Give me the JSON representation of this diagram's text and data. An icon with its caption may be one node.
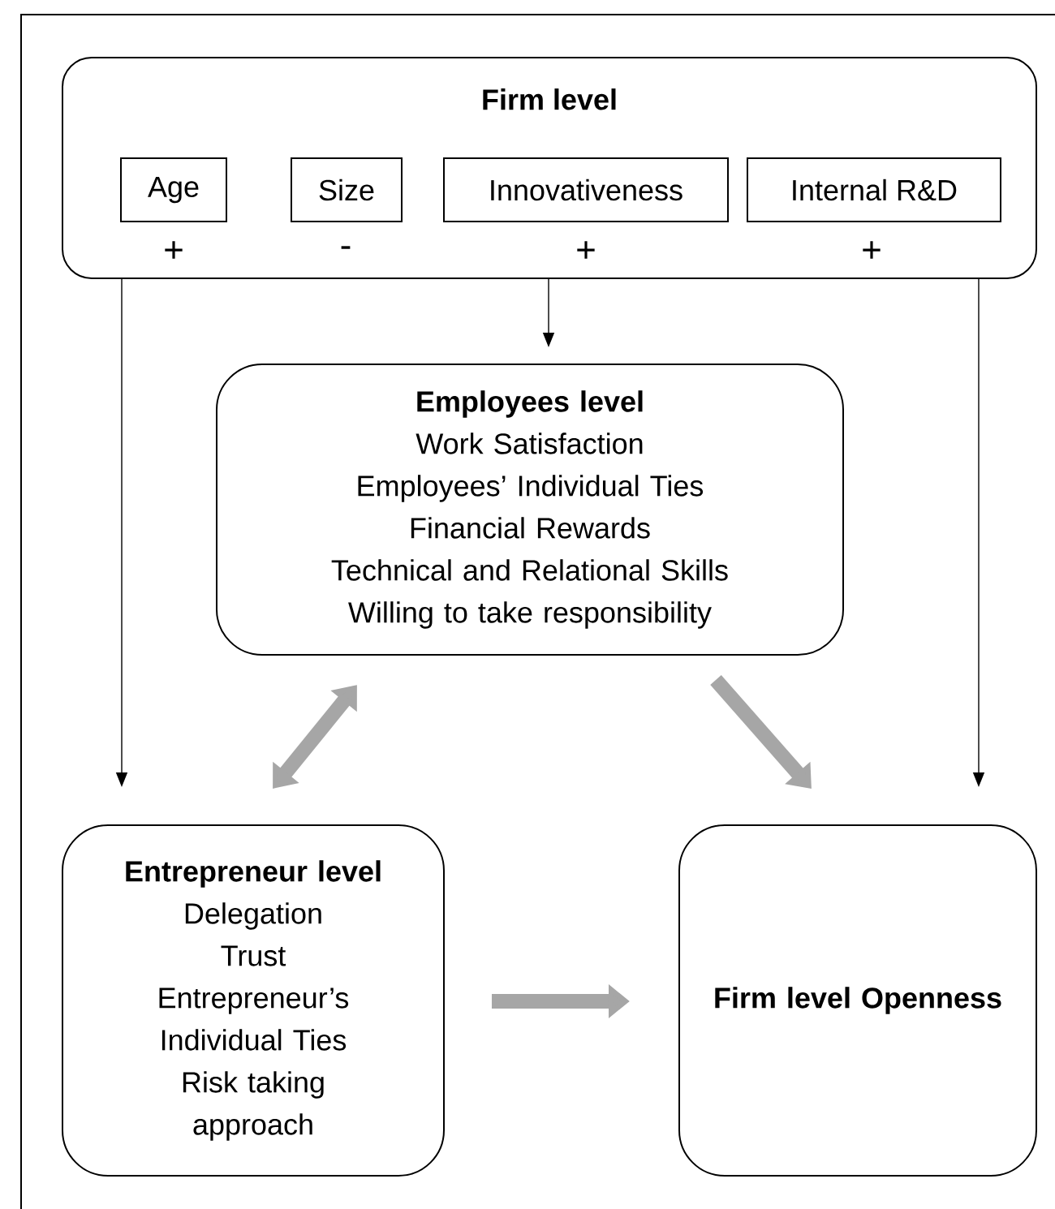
{
  "diagram": {
    "nodes": [
      {
        "text": [
          "Firm level"
        ]
      },
      {
        "text": [
          "Age"
        ],
        "in": 0,
        "beside": [
          "+"
        ]
      },
      {
        "text": [
          "Size"
        ],
        "in": 0,
        "beside": [
          "-"
        ]
      },
      {
        "text": [
          "Innovativeness"
        ],
        "in": 0,
        "beside": [
          "+"
        ]
      },
      {
        "text": [
          "Internal R&D"
        ],
        "in": 0,
        "beside": [
          "+"
        ]
      },
      {
        "text": [
          "Employees level",
          "Work Satisfaction",
          "Employees’ Individual Ties",
          "Financial Rewards",
          "Technical and Relational Skills",
          "Willing to take responsibility"
        ]
      },
      {
        "text": [
          "Entrepreneur level",
          "Delegation",
          "Trust",
          "Entrepreneur’s Individual Ties",
          "Risk taking approach"
        ]
      },
      {
        "text": [
          "Firm level Openness"
        ]
      }
    ],
    "edges": [
      {
        "from": 0,
        "to": 6,
        "arrow": "to"
      },
      {
        "from": 0,
        "to": 5,
        "arrow": "to"
      },
      {
        "from": 0,
        "to": 7,
        "arrow": "to"
      },
      {
        "from": 5,
        "to": 6,
        "arrow": "both",
        "style": "thick",
        "color": "#a6a6a6"
      },
      {
        "from": 5,
        "to": 7,
        "arrow": "to",
        "style": "thick",
        "color": "#a6a6a6"
      },
      {
        "from": 6,
        "to": 7,
        "arrow": "to",
        "style": "thick",
        "color": "#a6a6a6"
      }
    ]
  }
}
